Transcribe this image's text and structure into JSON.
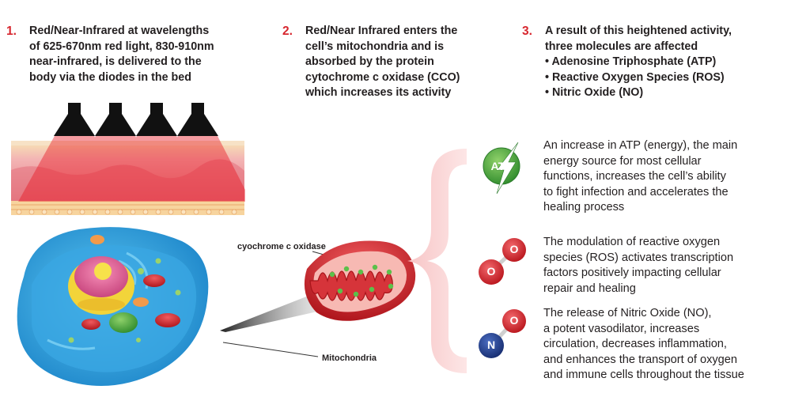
{
  "steps": [
    {
      "number": "1.",
      "lines": [
        "Red/Near-Infrared at wavelengths",
        "of 625-670nm red light, 830-910nm",
        "near-infrared, is delivered to the",
        "body via the diodes in the bed"
      ]
    },
    {
      "number": "2.",
      "lines": [
        "Red/Near Infrared enters the",
        "cell’s mitochondria and is",
        "absorbed by the protein",
        "cytochrome c oxidase (CCO)",
        "which increases its activity"
      ]
    },
    {
      "number": "3.",
      "lines": [
        "A result of this heightened activity,",
        "three molecules are affected",
        "• Adenosine Triphosphate (ATP)",
        "• Reactive Oxygen Species (ROS)",
        "• Nitric Oxide (NO)"
      ]
    }
  ],
  "labels": {
    "cco": "cyochrome c oxidase",
    "mitochondria": "Mitochondria"
  },
  "molecules": {
    "atp": "ATP",
    "o": "O",
    "n": "N"
  },
  "effects": [
    {
      "lines": [
        "An increase in ATP (energy), the main",
        "energy source for most cellular",
        "functions, increases the cell’s ability",
        "to fight infection and accelerates the",
        "healing process"
      ]
    },
    {
      "lines": [
        "The modulation of reactive oxygen",
        "species (ROS) activates transcription",
        "factors positively impacting cellular",
        "repair and healing"
      ]
    },
    {
      "lines": [
        "The release of Nitric Oxide (NO),",
        "a potent vasodilator, increases",
        "circulation, decreases inflammation,",
        "and enhances the transport of oxygen",
        "and immune cells throughout the tissue"
      ]
    }
  ],
  "colors": {
    "accent_red": "#d7262e",
    "atp_green": "#4aa63b",
    "oxygen_red": "#d9232d",
    "nitrogen_blue": "#1f3c8c",
    "brace_pink": "#f9d2d2"
  },
  "icons": [
    "lamp-icon",
    "cell-icon",
    "mitochondrion-icon",
    "atp-molecule-icon",
    "ros-molecule-icon",
    "no-molecule-icon",
    "brace-icon"
  ]
}
